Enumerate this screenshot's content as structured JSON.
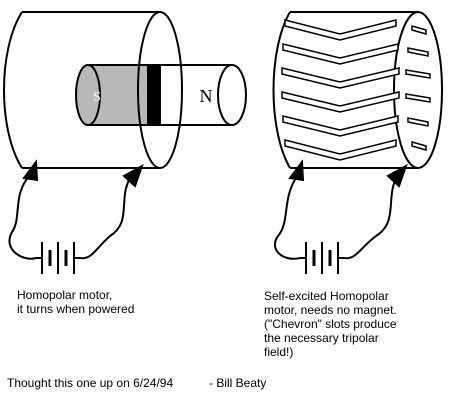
{
  "diagram": {
    "magnet_poles": {
      "south": "S",
      "north": "N"
    },
    "left_caption": [
      "Homopolar motor,",
      "it turns when powered"
    ],
    "right_caption": [
      "Self-excited Homopolar",
      "motor, needs no magnet.",
      "(\"Chevron\" slots produce",
      "the necessary tripolar",
      "field!)"
    ],
    "footer": {
      "note": "Thought this one up on 6/24/94",
      "author": "- Bill Beaty"
    }
  }
}
